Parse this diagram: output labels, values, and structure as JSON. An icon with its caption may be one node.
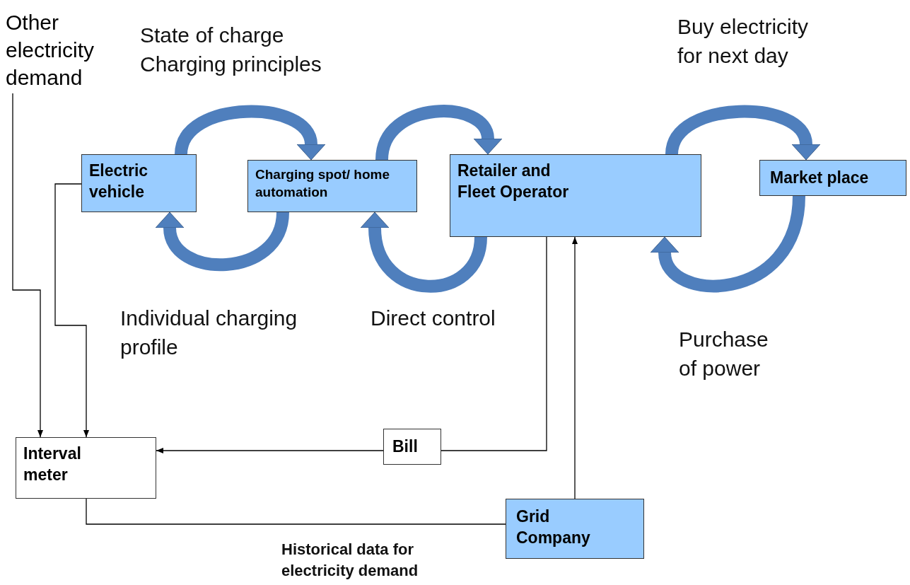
{
  "diagram": {
    "nodes": [
      {
        "text": [
          "Other electricity demand"
        ]
      },
      {
        "text": [
          "Electric vehicle"
        ]
      },
      {
        "text": [
          "Charging spot/ home automation"
        ]
      },
      {
        "text": [
          "Retailer and Fleet Operator"
        ]
      },
      {
        "text": [
          "Market place"
        ]
      },
      {
        "text": [
          "Interval meter"
        ]
      },
      {
        "text": [
          "Bill"
        ]
      },
      {
        "text": [
          "Grid Company"
        ]
      }
    ],
    "edges": [
      {
        "from": 1,
        "to": 2,
        "arrow": "to",
        "label": "State of charge Charging principles",
        "style": "thick",
        "color": "#4f7fbd"
      },
      {
        "from": 2,
        "to": 3,
        "arrow": "to",
        "style": "thick",
        "color": "#4f7fbd"
      },
      {
        "from": 3,
        "to": 4,
        "arrow": "to",
        "label": "Buy electricity for next day",
        "style": "thick",
        "color": "#4f7fbd"
      },
      {
        "from": 4,
        "to": 3,
        "arrow": "to",
        "label": "Purchase of power",
        "style": "thick",
        "color": "#4f7fbd"
      },
      {
        "from": 3,
        "to": 2,
        "arrow": "to",
        "label": "Direct control",
        "style": "thick",
        "color": "#4f7fbd"
      },
      {
        "from": 2,
        "to": 1,
        "arrow": "to",
        "label": "Individual charging profile",
        "style": "thick",
        "color": "#4f7fbd"
      },
      {
        "from": 0,
        "to": 5,
        "arrow": "to",
        "color": "#000000"
      },
      {
        "from": 1,
        "to": 5,
        "arrow": "to",
        "color": "#000000"
      },
      {
        "from": 3,
        "to": 6,
        "arrow": "none",
        "color": "#000000"
      },
      {
        "from": 6,
        "to": 5,
        "arrow": "to",
        "color": "#000000"
      },
      {
        "from": 7,
        "to": 3,
        "arrow": "to",
        "color": "#000000"
      },
      {
        "from": 5,
        "to": 7,
        "arrow": "none",
        "label": "Historical data for electricity demand",
        "color": "#000000"
      }
    ]
  }
}
